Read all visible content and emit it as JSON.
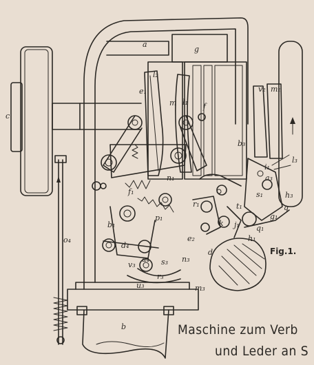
{
  "figure": {
    "label": "Fig.1.",
    "caption_line1": "Maschine zum Verb",
    "caption_line2": "und Leder an S"
  },
  "part_labels": {
    "a": "a",
    "g": "g",
    "c": "c",
    "b": "b",
    "l2": "l₂",
    "e1": "e₁",
    "m": "m",
    "l1": "l₁",
    "f": "f",
    "v2": "v₂",
    "m1": "m₁",
    "b3": "b₃",
    "n1": "n₁",
    "f1": "f₁",
    "p1": "p₁",
    "b1": "b₁",
    "r1": "r₁",
    "t1": "t₁",
    "i1": "i₁",
    "h3": "h₃",
    "k": "k",
    "j1": "j₁",
    "q": "q",
    "g1": "g₁",
    "q1": "q₁",
    "h1": "h₁",
    "d": "d",
    "e2": "e₂",
    "o4": "o₄",
    "d4": "d₄",
    "v3": "v₃",
    "a4": "a₄",
    "s3": "s₃",
    "r3": "r₃",
    "u3": "u₃",
    "m3": "m₃",
    "n3": "n₃",
    "l3": "l₃",
    "a3": "a₃",
    "s1": "s₁"
  }
}
